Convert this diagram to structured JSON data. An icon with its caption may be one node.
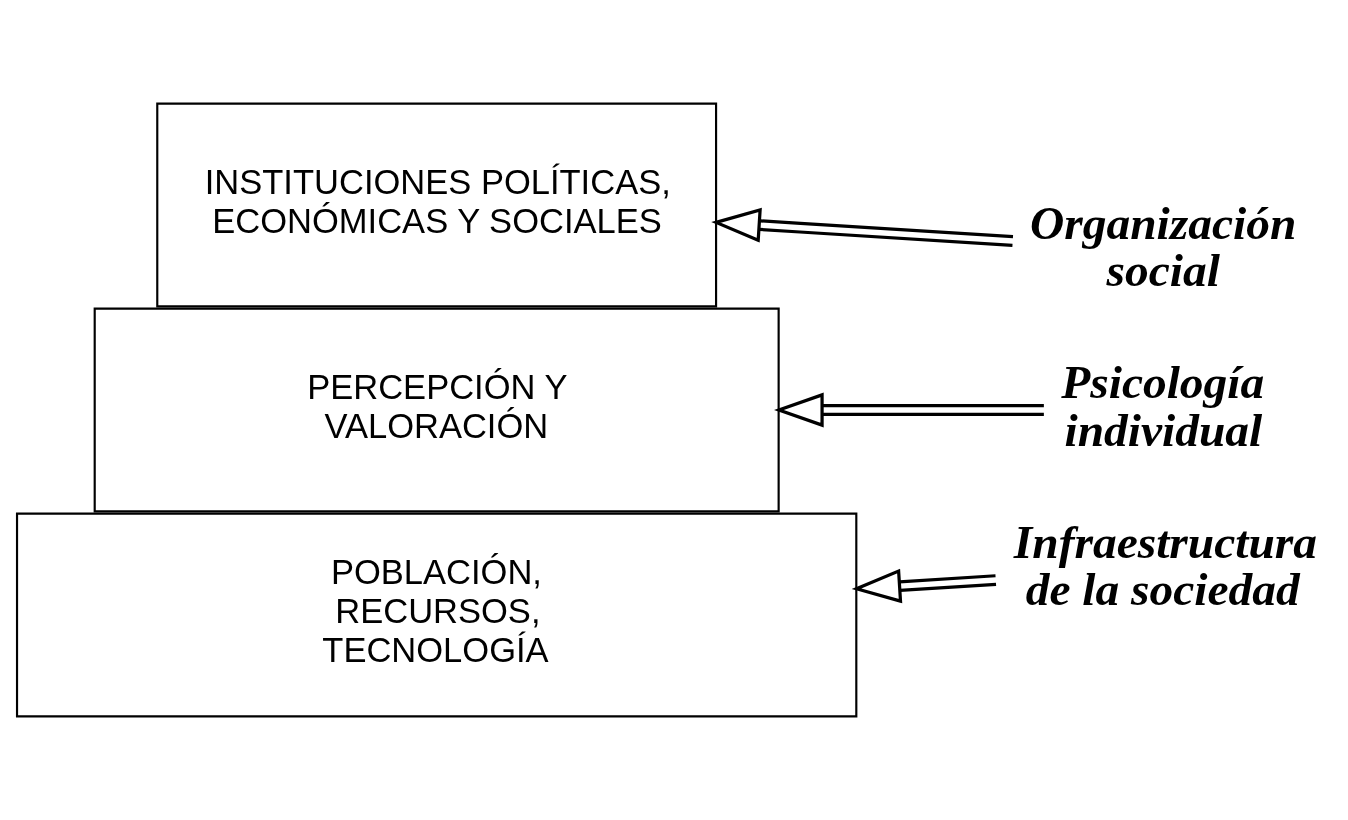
{
  "diagram": {
    "nodes": [
      {
        "text": [
          "INSTITUCIONES POLÍTICAS, ECONÓMICAS Y SOCIALES"
        ]
      },
      {
        "text": [
          "PERCEPCIÓN Y VALORACIÓN"
        ]
      },
      {
        "text": [
          "POBLACIÓN, RECURSOS, TECNOLOGÍA"
        ]
      },
      {
        "text": [
          "Organización social"
        ]
      },
      {
        "text": [
          "Psicología individual"
        ]
      },
      {
        "text": [
          "Infraestructura de la sociedad"
        ]
      }
    ],
    "edges": [
      {
        "from": 3,
        "to": 0,
        "arrow": "to"
      },
      {
        "from": 4,
        "to": 1,
        "arrow": "to"
      },
      {
        "from": 5,
        "to": 2,
        "arrow": "to"
      }
    ]
  }
}
